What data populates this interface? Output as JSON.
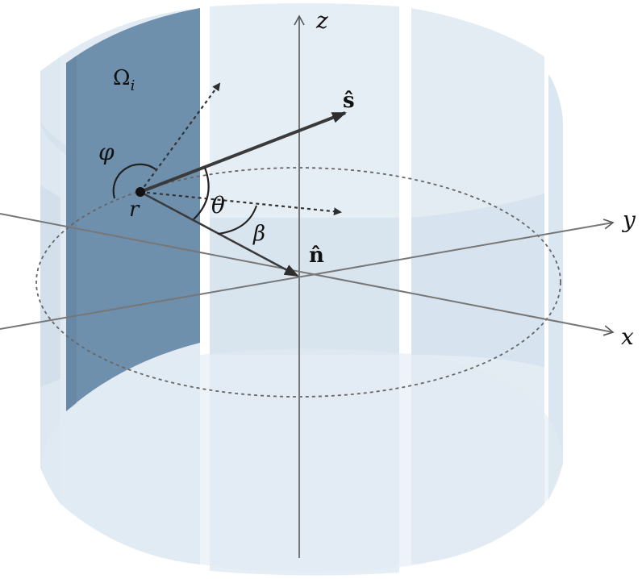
{
  "labels": {
    "region": "Ω",
    "region_subscript": "i",
    "axis_z": "z",
    "axis_y": "y",
    "axis_x": "x",
    "s_hat": "ŝ",
    "n_hat": "n̂",
    "phi": "φ",
    "theta": "θ",
    "beta": "β",
    "point": "r"
  },
  "colors": {
    "pale_panel": "#d6e3ee",
    "pale_panel_light": "#e5edf4",
    "highlight_panel": "#6f90ad",
    "highlight_panel_dark": "#5f83a2",
    "axis": "#6e6e6e",
    "vector": "#3a3a3a",
    "dashed": "#555555"
  }
}
